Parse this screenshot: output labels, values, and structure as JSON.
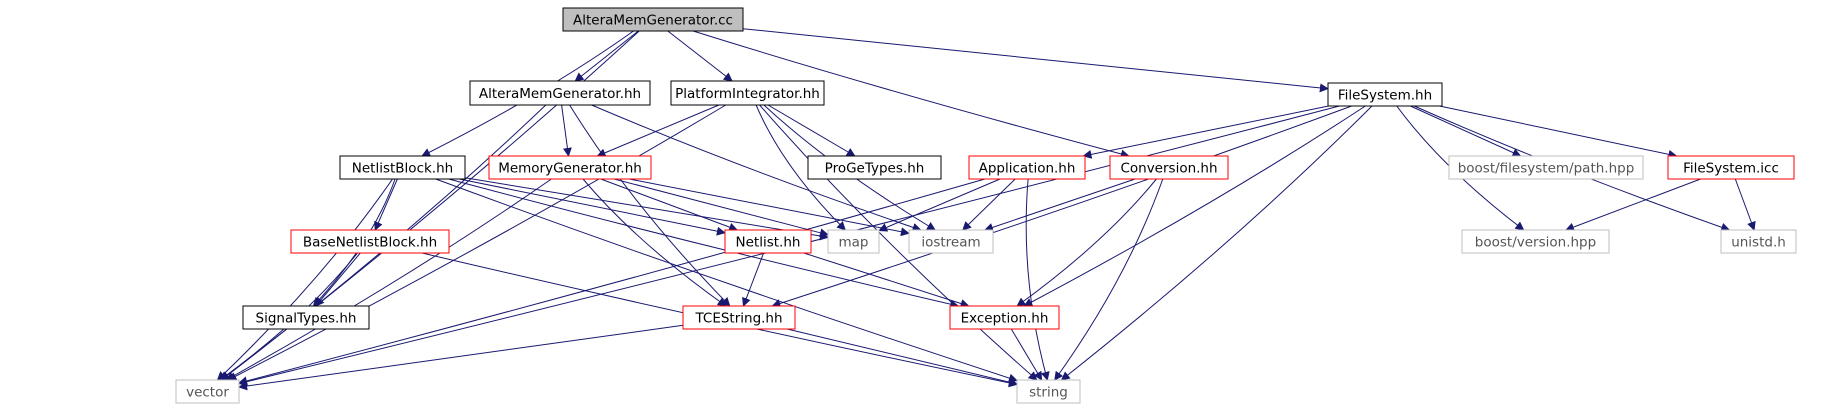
{
  "diagram": {
    "nodes": [
      {
        "id": "root",
        "label": "AlteraMemGenerator.cc",
        "style": "root"
      },
      {
        "id": "amg_hh",
        "label": "AlteraMemGenerator.hh",
        "style": "normal"
      },
      {
        "id": "pi_hh",
        "label": "PlatformIntegrator.hh",
        "style": "normal"
      },
      {
        "id": "fs_hh",
        "label": "FileSystem.hh",
        "style": "normal"
      },
      {
        "id": "nb_hh",
        "label": "NetlistBlock.hh",
        "style": "normal"
      },
      {
        "id": "mg_hh",
        "label": "MemoryGenerator.hh",
        "style": "red"
      },
      {
        "id": "pgt_hh",
        "label": "ProGeTypes.hh",
        "style": "normal"
      },
      {
        "id": "app_hh",
        "label": "Application.hh",
        "style": "red"
      },
      {
        "id": "conv_hh",
        "label": "Conversion.hh",
        "style": "red"
      },
      {
        "id": "bfp",
        "label": "boost/filesystem/path.hpp",
        "style": "gray"
      },
      {
        "id": "fs_icc",
        "label": "FileSystem.icc",
        "style": "red"
      },
      {
        "id": "bnb_hh",
        "label": "BaseNetlistBlock.hh",
        "style": "red"
      },
      {
        "id": "netlist_hh",
        "label": "Netlist.hh",
        "style": "red"
      },
      {
        "id": "map",
        "label": "map",
        "style": "gray"
      },
      {
        "id": "iostream",
        "label": "iostream",
        "style": "gray"
      },
      {
        "id": "bv",
        "label": "boost/version.hpp",
        "style": "gray"
      },
      {
        "id": "unistd",
        "label": "unistd.h",
        "style": "gray"
      },
      {
        "id": "st_hh",
        "label": "SignalTypes.hh",
        "style": "normal"
      },
      {
        "id": "tces_hh",
        "label": "TCEString.hh",
        "style": "red"
      },
      {
        "id": "exc_hh",
        "label": "Exception.hh",
        "style": "red"
      },
      {
        "id": "vector",
        "label": "vector",
        "style": "gray"
      },
      {
        "id": "string",
        "label": "string",
        "style": "gray"
      }
    ],
    "edges": [
      [
        "root",
        "amg_hh"
      ],
      [
        "root",
        "pi_hh"
      ],
      [
        "root",
        "fs_hh"
      ],
      [
        "root",
        "nb_hh"
      ],
      [
        "root",
        "conv_hh"
      ],
      [
        "root",
        "vector"
      ],
      [
        "amg_hh",
        "mg_hh"
      ],
      [
        "amg_hh",
        "vector"
      ],
      [
        "amg_hh",
        "tces_hh"
      ],
      [
        "amg_hh",
        "iostream"
      ],
      [
        "pi_hh",
        "mg_hh"
      ],
      [
        "pi_hh",
        "pgt_hh"
      ],
      [
        "pi_hh",
        "map"
      ],
      [
        "pi_hh",
        "iostream"
      ],
      [
        "pi_hh",
        "string"
      ],
      [
        "pi_hh",
        "vector"
      ],
      [
        "fs_hh",
        "app_hh"
      ],
      [
        "fs_hh",
        "bfp"
      ],
      [
        "fs_hh",
        "fs_icc"
      ],
      [
        "fs_hh",
        "bv"
      ],
      [
        "fs_hh",
        "unistd"
      ],
      [
        "fs_hh",
        "exc_hh"
      ],
      [
        "fs_hh",
        "tces_hh"
      ],
      [
        "fs_hh",
        "string"
      ],
      [
        "fs_hh",
        "vector"
      ],
      [
        "nb_hh",
        "bnb_hh"
      ],
      [
        "nb_hh",
        "st_hh"
      ],
      [
        "nb_hh",
        "netlist_hh"
      ],
      [
        "nb_hh",
        "map"
      ],
      [
        "nb_hh",
        "vector"
      ],
      [
        "nb_hh",
        "string"
      ],
      [
        "nb_hh",
        "exc_hh"
      ],
      [
        "mg_hh",
        "netlist_hh"
      ],
      [
        "mg_hh",
        "tces_hh"
      ],
      [
        "mg_hh",
        "vector"
      ],
      [
        "mg_hh",
        "map"
      ],
      [
        "mg_hh",
        "iostream"
      ],
      [
        "app_hh",
        "map"
      ],
      [
        "app_hh",
        "iostream"
      ],
      [
        "app_hh",
        "string"
      ],
      [
        "app_hh",
        "vector"
      ],
      [
        "conv_hh",
        "iostream"
      ],
      [
        "conv_hh",
        "exc_hh"
      ],
      [
        "conv_hh",
        "string"
      ],
      [
        "fs_icc",
        "bv"
      ],
      [
        "fs_icc",
        "unistd"
      ],
      [
        "bnb_hh",
        "st_hh"
      ],
      [
        "bnb_hh",
        "vector"
      ],
      [
        "bnb_hh",
        "string"
      ],
      [
        "netlist_hh",
        "tces_hh"
      ],
      [
        "netlist_hh",
        "exc_hh"
      ],
      [
        "tces_hh",
        "vector"
      ],
      [
        "tces_hh",
        "string"
      ],
      [
        "exc_hh",
        "string"
      ]
    ]
  }
}
